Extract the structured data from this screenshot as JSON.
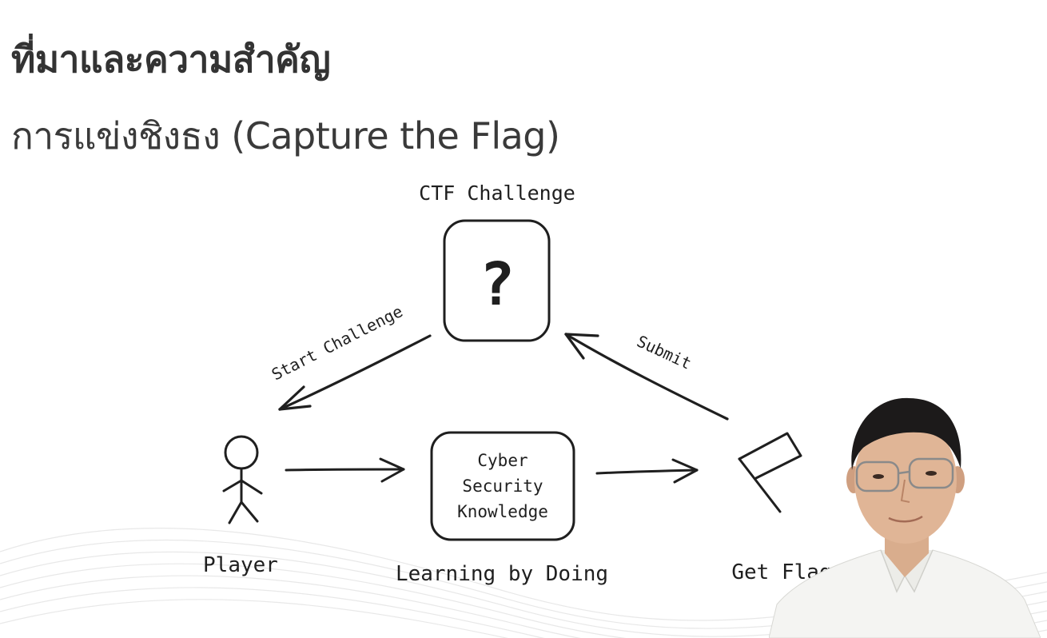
{
  "slide": {
    "title": "ที่มาและความสำคัญ",
    "subtitle": "การแข่งชิงธง (Capture the Flag)"
  },
  "diagram": {
    "challenge_label": "CTF Challenge",
    "challenge_symbol": "?",
    "start_challenge_label": "Start Challenge",
    "submit_label": "Submit",
    "player_label": "Player",
    "knowledge_lines": [
      "Cyber",
      "Security",
      "Knowledge"
    ],
    "learning_label": "Learning by Doing",
    "get_flag_label": "Get Flag"
  },
  "colors": {
    "ink": "#1f1f1f",
    "title": "#333333",
    "background": "#ffffff",
    "wave": "#e6e6e6"
  },
  "icons": {
    "player": "stick-figure-icon",
    "flag": "flag-icon",
    "challenge": "question-mark-icon"
  }
}
